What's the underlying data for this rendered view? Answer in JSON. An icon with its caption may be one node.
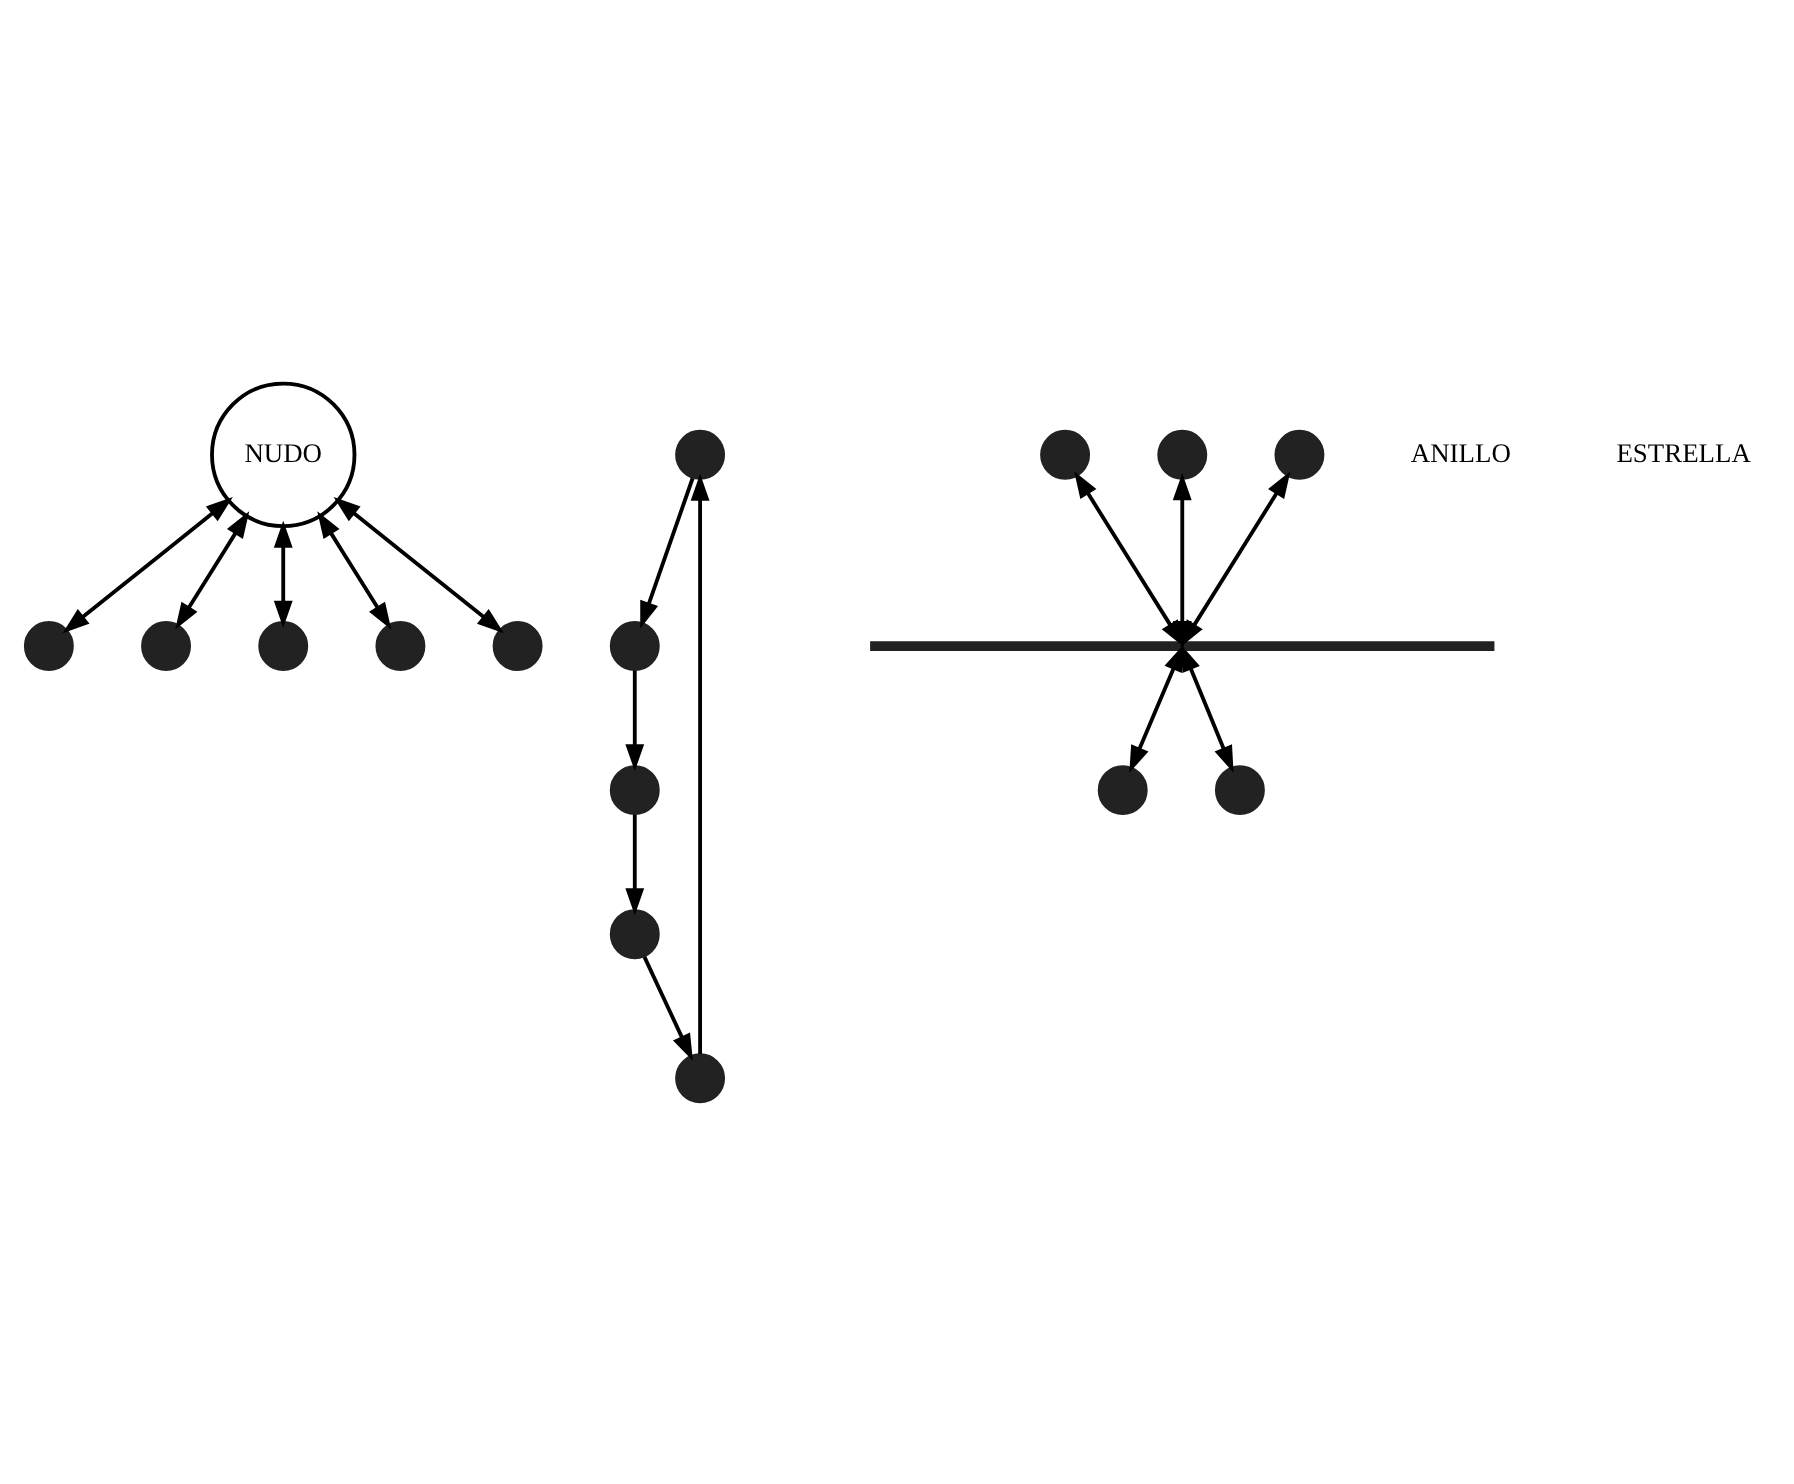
{
  "diagram": {
    "nodes": [
      {
        "text": [
          "NUDO"
        ]
      },
      {
        "text": [],
        "shape": "circle"
      },
      {
        "text": [],
        "shape": "circle"
      },
      {
        "text": [],
        "shape": "circle"
      },
      {
        "text": [],
        "shape": "circle"
      },
      {
        "text": [],
        "shape": "circle"
      },
      {
        "text": [],
        "shape": "circle"
      },
      {
        "text": [],
        "shape": "circle"
      },
      {
        "text": [],
        "shape": "circle"
      },
      {
        "text": [],
        "shape": "circle"
      },
      {
        "text": [],
        "shape": "circle"
      },
      {
        "text": [],
        "shape": "circle"
      },
      {
        "text": [],
        "shape": "circle"
      },
      {
        "text": [],
        "shape": "circle"
      },
      {
        "text": [],
        "shape": "bar"
      },
      {
        "text": [],
        "shape": "circle"
      },
      {
        "text": [],
        "shape": "circle"
      }
    ],
    "edges": [
      {
        "from": 0,
        "to": 1,
        "arrow": "both"
      },
      {
        "from": 0,
        "to": 2,
        "arrow": "both"
      },
      {
        "from": 0,
        "to": 3,
        "arrow": "both"
      },
      {
        "from": 0,
        "to": 4,
        "arrow": "both"
      },
      {
        "from": 0,
        "to": 5,
        "arrow": "both"
      },
      {
        "from": 6,
        "to": 7,
        "arrow": "to"
      },
      {
        "from": 7,
        "to": 9,
        "arrow": "to"
      },
      {
        "from": 9,
        "to": 10,
        "arrow": "to"
      },
      {
        "from": 10,
        "to": 8,
        "arrow": "to"
      },
      {
        "from": 8,
        "to": 6,
        "arrow": "to"
      },
      {
        "from": 11,
        "to": 14,
        "arrow": "both"
      },
      {
        "from": 12,
        "to": 14,
        "arrow": "both"
      },
      {
        "from": 13,
        "to": 14,
        "arrow": "both"
      },
      {
        "from": 14,
        "to": 15,
        "arrow": "both"
      },
      {
        "from": 14,
        "to": 16,
        "arrow": "both"
      }
    ],
    "labels": [
      "ANILLO",
      "ESTRELLA"
    ]
  }
}
